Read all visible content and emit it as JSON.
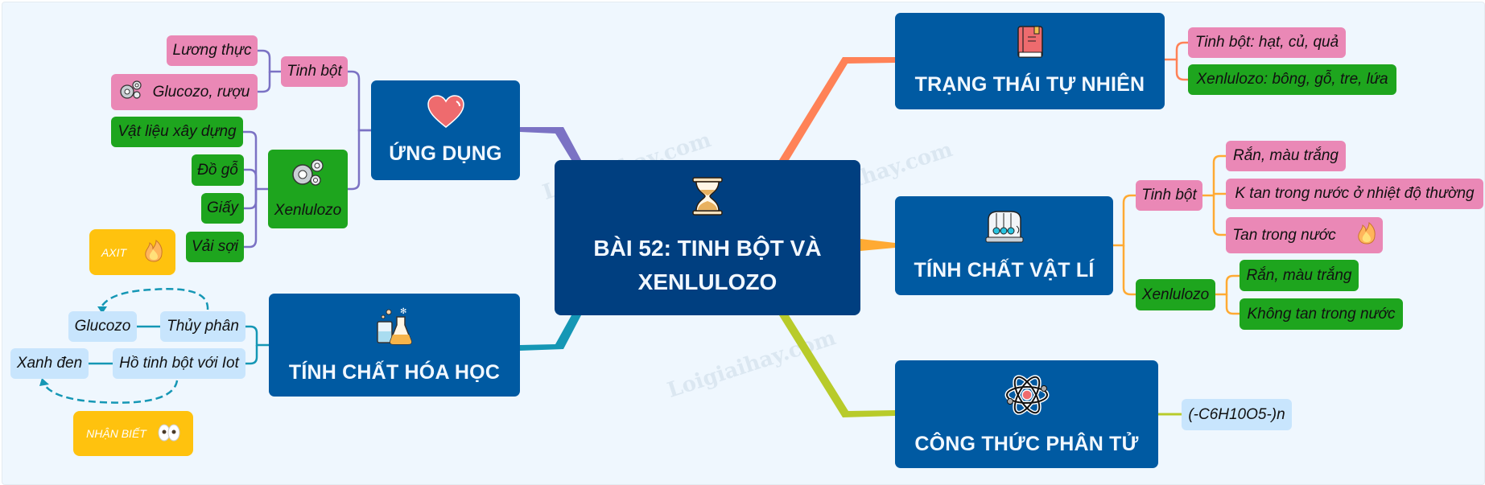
{
  "title": "BÀI 52: TINH BỘT VÀ XENLULOZO",
  "title_lines": [
    "BÀI 52: TINH BỘT VÀ",
    "XENLULOZO"
  ],
  "watermark": "Loigiaihay.com",
  "colors": {
    "background": "#eff7fe",
    "center_node": "#003f80",
    "main_node": "#005aa2",
    "starch_leaf": "#ea88b6",
    "cellulose_leaf": "#1ea51e",
    "chem_leaf": "#c8e5fd",
    "note_tag": "#ffc20e",
    "branch_ung_dung": "#7b72c4",
    "branch_hoa_hoc": "#1597b5",
    "branch_trang_thai": "#ff8257",
    "branch_vat_li": "#ffaa33",
    "branch_cong_thuc": "#b8cb2a"
  },
  "branches": {
    "ung_dung": {
      "title": "ỨNG DỤNG",
      "icon": "heart-icon",
      "tinh_bot": {
        "label": "Tinh bột",
        "children": [
          "Lương thực",
          "Glucozo, rượu"
        ]
      },
      "xenlulozo": {
        "label": "Xenlulozo",
        "icon": "gears-icon",
        "children": [
          "Vật liệu xây dựng",
          "Đồ gỗ",
          "Giấy",
          "Vải sợi"
        ]
      },
      "glucozo_icon": "gears-icon"
    },
    "hoa_hoc": {
      "title": "TÍNH CHẤT HÓA HỌC",
      "icon": "flask-icon",
      "items": [
        {
          "label": "Thủy phân",
          "result": "Glucozo"
        },
        {
          "label": "Hồ tinh bột với Iot",
          "result": "Xanh đen"
        }
      ],
      "tags": [
        {
          "label": "AXIT",
          "icon": "fire-icon"
        },
        {
          "label": "NHẬN BIẾT",
          "icon": "eyes-icon"
        }
      ]
    },
    "trang_thai": {
      "title": "TRẠNG THÁI TỰ NHIÊN",
      "icon": "book-icon",
      "children": [
        "Tinh bột: hạt, củ, quả",
        "Xenlulozo: bông, gỗ, tre, lứa"
      ]
    },
    "vat_li": {
      "title": "TÍNH CHẤT VẬT LÍ",
      "icon": "newtons-cradle-icon",
      "tinh_bot": {
        "label": "Tinh bột",
        "children": [
          "Rắn, màu trắng",
          "K tan trong nước ở nhiệt độ thường",
          "Tan trong nước"
        ]
      },
      "xenlulozo": {
        "label": "Xenlulozo",
        "children": [
          "Rắn, màu trắng",
          "Không tan trong nước"
        ]
      }
    },
    "cong_thuc": {
      "title": "CÔNG THỨC PHÂN TỬ",
      "icon": "atom-icon",
      "formula": "(-C6H10O5-)n"
    }
  }
}
